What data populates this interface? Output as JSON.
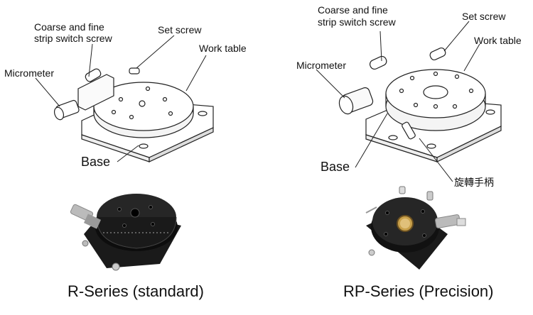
{
  "left": {
    "labels": {
      "coarse_fine": "Coarse and fine\nstrip switch screw",
      "set_screw": "Set screw",
      "work_table": "Work table",
      "micrometer": "Micrometer",
      "base": "Base"
    },
    "caption": "R-Series (standard)"
  },
  "right": {
    "labels": {
      "coarse_fine": "Coarse and fine\nstrip switch screw",
      "set_screw": "Set screw",
      "work_table": "Work table",
      "micrometer": "Micrometer",
      "base": "Base",
      "rotary_handle": "旋轉手柄"
    },
    "caption": "RP-Series (Precision)"
  }
}
